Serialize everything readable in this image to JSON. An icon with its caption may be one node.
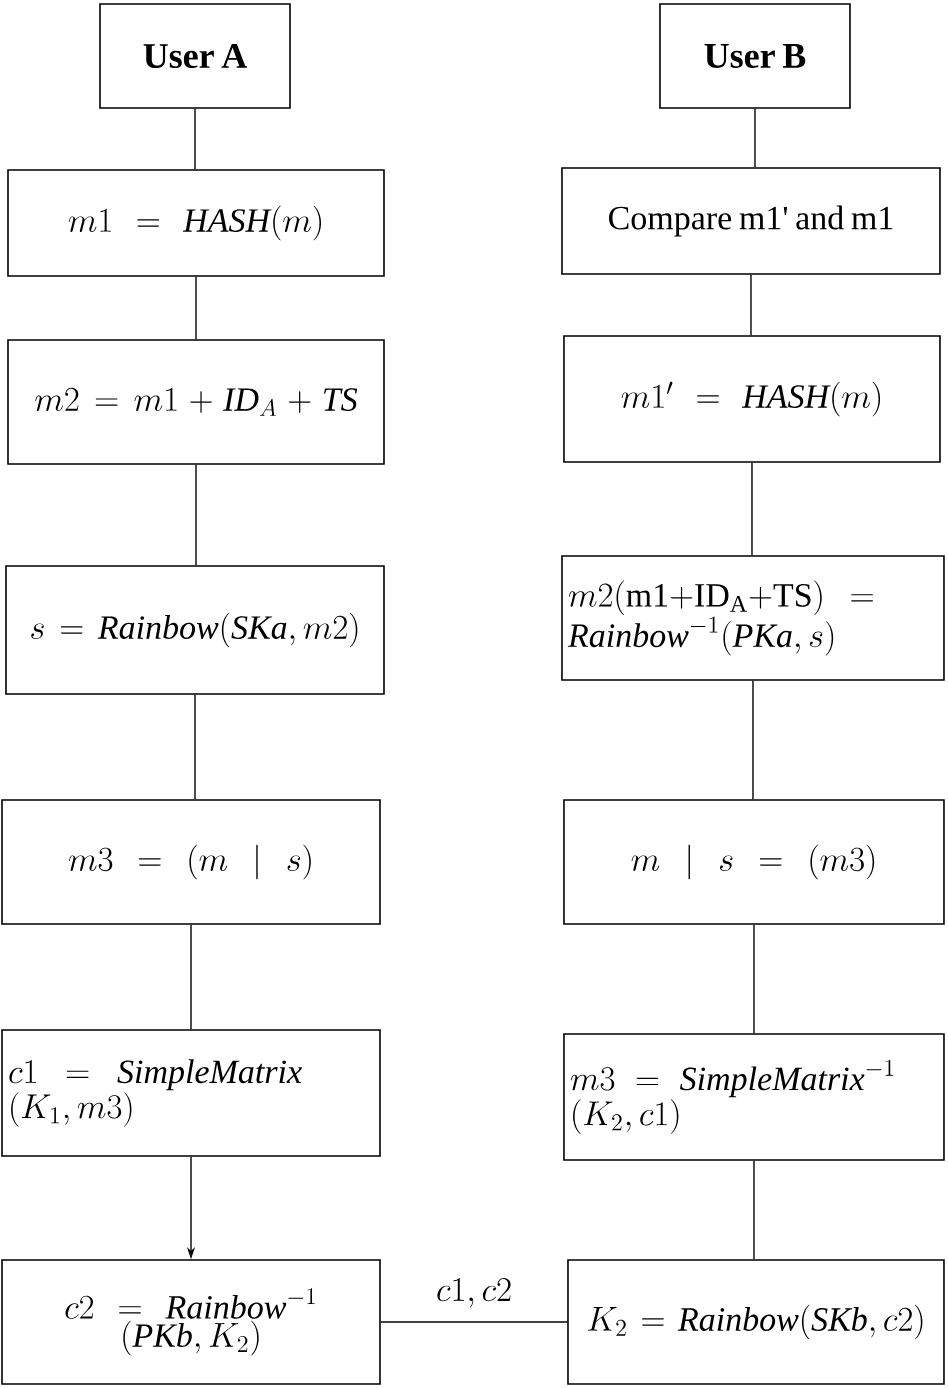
{
  "diagram": {
    "nodes": [
      {
        "text": [
          "User A"
        ]
      },
      {
        "text": [
          "m1=\\mathit{HASH}(m)"
        ]
      },
      {
        "text": [
          "m2=m1+\\mathit{ID}_A+\\mathit{TS}"
        ]
      },
      {
        "text": [
          "s=\\mathit{Rainbow}\\allowbreak(\\mathit{SKa},m2)"
        ]
      },
      {
        "text": [
          "m3=(m\\mid s)"
        ]
      },
      {
        "text": [
          "c1=\\mathit{SimpleMatrix}\\allowbreak(K_1,m3)"
        ]
      },
      {
        "text": [
          "c2=\\mathit{Rainbow}^{-1}\\allowbreak(\\mathit{PKb},K_2)"
        ]
      },
      {
        "text": [
          "User B"
        ]
      },
      {
        "text": [
          "Compare m1' and m1"
        ]
      },
      {
        "text": [
          "m1'=\\mathit{HASH}(m)"
        ]
      },
      {
        "text": [
          "m2(\\mathrm{m1{+}ID_A{+}TS})\\allowbreak=\\mathit{Rainbow}^{-1}(\\mathit{PKa},s)"
        ]
      },
      {
        "text": [
          "m\\mid s=(m3)"
        ]
      },
      {
        "text": [
          "m3=\\mathit{SimpleMatrix}^{-1}\\allowbreak(K_2,c1)"
        ]
      },
      {
        "text": [
          "K_2=\\mathit{Rainbow}\\allowbreak(\\mathit{SKb},c2)"
        ]
      }
    ],
    "edges": [
      {
        "from": 0,
        "to": 1,
        "arrow": "none"
      },
      {
        "from": 1,
        "to": 2,
        "arrow": "none"
      },
      {
        "from": 2,
        "to": 3,
        "arrow": "none"
      },
      {
        "from": 3,
        "to": 4,
        "arrow": "none"
      },
      {
        "from": 4,
        "to": 5,
        "arrow": "none"
      },
      {
        "from": 5,
        "to": 6,
        "arrow": "to"
      },
      {
        "from": 6,
        "to": 13,
        "arrow": "none",
        "label": "c1,c2"
      },
      {
        "from": 7,
        "to": 8,
        "arrow": "none"
      },
      {
        "from": 8,
        "to": 9,
        "arrow": "none"
      },
      {
        "from": 9,
        "to": 10,
        "arrow": "none"
      },
      {
        "from": 10,
        "to": 11,
        "arrow": "none"
      },
      {
        "from": 11,
        "to": 12,
        "arrow": "none"
      },
      {
        "from": 12,
        "to": 13,
        "arrow": "none"
      }
    ]
  }
}
